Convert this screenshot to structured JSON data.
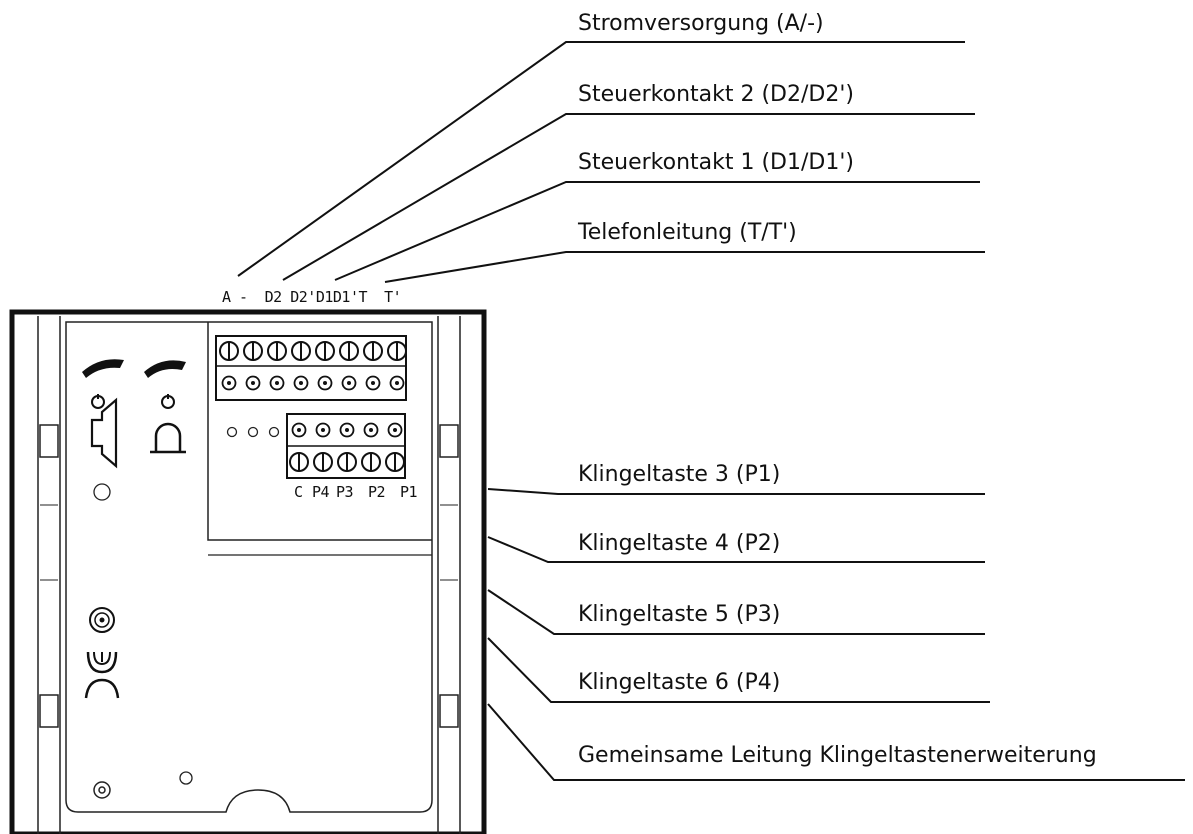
{
  "upper_callouts": [
    {
      "id": "power",
      "label": "Stromversorgung (A/-)"
    },
    {
      "id": "control2",
      "label": "Steuerkontakt 2 (D2/D2')"
    },
    {
      "id": "control1",
      "label": "Steuerkontakt 1 (D1/D1')"
    },
    {
      "id": "phone",
      "label": "Telefonleitung (T/T')"
    }
  ],
  "lower_callouts": [
    {
      "id": "bell3",
      "label": "Klingeltaste 3 (P1)"
    },
    {
      "id": "bell4",
      "label": "Klingeltaste 4 (P2)"
    },
    {
      "id": "bell5",
      "label": "Klingeltaste 5 (P3)"
    },
    {
      "id": "bell6",
      "label": "Klingeltaste 6 (P4)"
    },
    {
      "id": "common",
      "label": "Gemeinsame Leitung Klingeltastenerweiterung"
    }
  ],
  "top_terminal_labels": "A -  D2 D2'D1D1'T  T'",
  "bottom_terminal_labels": [
    "C",
    "P4",
    "P3",
    "P2",
    "P1"
  ],
  "colors": {
    "line": "#111111",
    "device_outline": "#111111",
    "background": "#ffffff"
  }
}
